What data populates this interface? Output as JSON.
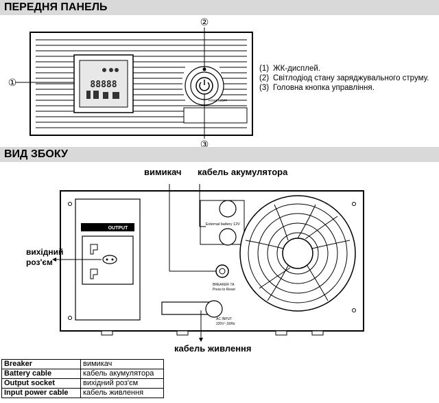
{
  "front_panel": {
    "title": "ПЕРЕДНЯ ПАНЕЛЬ",
    "callouts": [
      "①",
      "②",
      "③"
    ],
    "legend": [
      {
        "num": "(1)",
        "text": "ЖК-дисплей."
      },
      {
        "num": "(2)",
        "text": "Світлодіод стану заряджувального струму."
      },
      {
        "num": "(3)",
        "text": "Головна кнопка управління."
      }
    ],
    "lcd_digits": "88888",
    "power_ring_text": "POWER/OFF"
  },
  "side_view": {
    "title": "ВИД ЗБОКУ",
    "labels": {
      "breaker": "вимикач",
      "battery_cable": "кабель акумулятора",
      "output_socket": "вихідний роз'єм",
      "input_cable": "кабель живлення"
    },
    "device_text": {
      "output_panel": "OUTPUT",
      "battery_note": "External battery 12V",
      "breaker_line1": "BREAKER 7A",
      "breaker_line2": "Press to Reset",
      "ac_input_line1": "AC INPUT",
      "ac_input_line2": "220V~,50Hz"
    }
  },
  "terms_table": [
    {
      "en": "Breaker",
      "ua": "вимикач"
    },
    {
      "en": "Battery cable",
      "ua": "кабель акумулятора"
    },
    {
      "en": "Output socket",
      "ua": "вихідний роз'єм"
    },
    {
      "en": "Input power cable",
      "ua": "кабель живлення"
    }
  ]
}
